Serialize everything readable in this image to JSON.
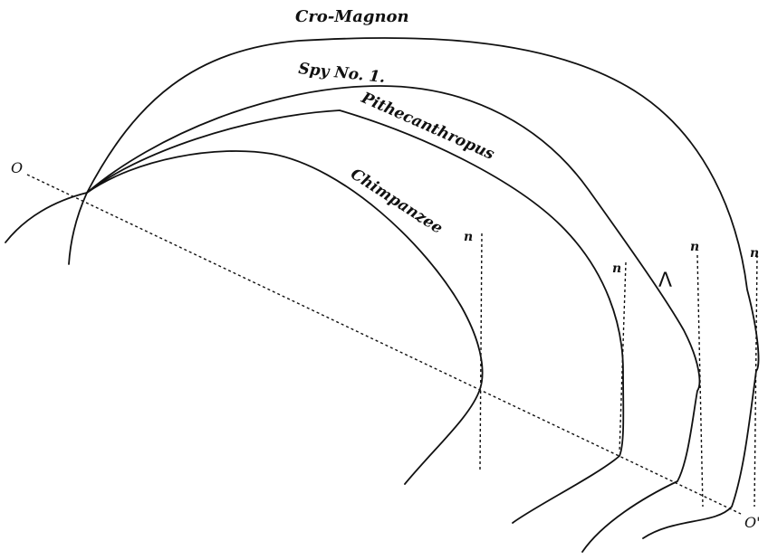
{
  "labels": {
    "cro_magnon": "Cro-Magnon",
    "spy": "Spy No. 1.",
    "pithecanthropus": "Pithecanthropus",
    "chimpanzee": "Chimpanzee",
    "point_o": "O",
    "point_o_prime": "O'",
    "n": "n",
    "lambda": "Λ"
  }
}
